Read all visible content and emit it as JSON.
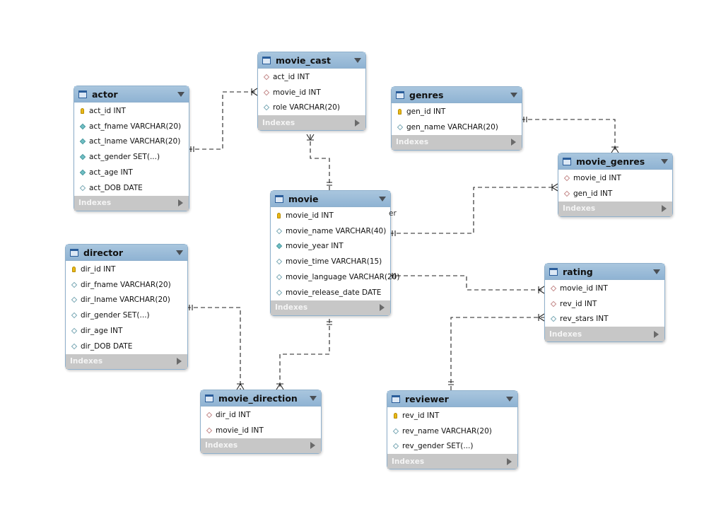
{
  "entities": {
    "actor": {
      "name": "actor",
      "columns": [
        {
          "text": "act_id INT",
          "icon": "primary-key-icon"
        },
        {
          "text": "act_fname VARCHAR(20)",
          "icon": "not-null-column-icon"
        },
        {
          "text": "act_lname VARCHAR(20)",
          "icon": "not-null-column-icon"
        },
        {
          "text": "act_gender SET(...)",
          "icon": "not-null-column-icon"
        },
        {
          "text": "act_age INT",
          "icon": "not-null-column-icon"
        },
        {
          "text": "act_DOB DATE",
          "icon": "column-icon"
        }
      ],
      "indexes_label": "Indexes"
    },
    "movie_cast": {
      "name": "movie_cast",
      "columns": [
        {
          "text": "act_id INT",
          "icon": "foreign-key-icon"
        },
        {
          "text": "movie_id INT",
          "icon": "foreign-key-icon"
        },
        {
          "text": "role VARCHAR(20)",
          "icon": "column-icon"
        }
      ],
      "indexes_label": "Indexes"
    },
    "genres": {
      "name": "genres",
      "columns": [
        {
          "text": "gen_id INT",
          "icon": "primary-key-icon"
        },
        {
          "text": "gen_name VARCHAR(20)",
          "icon": "column-icon"
        }
      ],
      "indexes_label": "Indexes"
    },
    "movie_genres": {
      "name": "movie_genres",
      "columns": [
        {
          "text": "movie_id INT",
          "icon": "foreign-key-icon"
        },
        {
          "text": "gen_id INT",
          "icon": "foreign-key-icon"
        }
      ],
      "indexes_label": "Indexes"
    },
    "movie": {
      "name": "movie",
      "columns": [
        {
          "text": "movie_id INT",
          "icon": "primary-key-icon"
        },
        {
          "text": "movie_name VARCHAR(40)",
          "icon": "column-icon"
        },
        {
          "text": "movie_year INT",
          "icon": "not-null-column-icon"
        },
        {
          "text": "movie_time VARCHAR(15)",
          "icon": "column-icon"
        },
        {
          "text": "movie_language VARCHAR(20)",
          "icon": "column-icon"
        },
        {
          "text": "movie_release_date DATE",
          "icon": "column-icon"
        }
      ],
      "indexes_label": "Indexes"
    },
    "director": {
      "name": "director",
      "columns": [
        {
          "text": "dir_id INT",
          "icon": "primary-key-icon"
        },
        {
          "text": "dir_fname VARCHAR(20)",
          "icon": "column-icon"
        },
        {
          "text": "dir_lname VARCHAR(20)",
          "icon": "column-icon"
        },
        {
          "text": "dir_gender SET(...)",
          "icon": "column-icon"
        },
        {
          "text": "dir_age INT",
          "icon": "column-icon"
        },
        {
          "text": "dir_DOB DATE",
          "icon": "column-icon"
        }
      ],
      "indexes_label": "Indexes"
    },
    "rating": {
      "name": "rating",
      "columns": [
        {
          "text": "movie_id INT",
          "icon": "foreign-key-icon"
        },
        {
          "text": "rev_id INT",
          "icon": "foreign-key-icon"
        },
        {
          "text": "rev_stars INT",
          "icon": "column-icon"
        }
      ],
      "indexes_label": "Indexes"
    },
    "movie_direction": {
      "name": "movie_direction",
      "columns": [
        {
          "text": "dir_id INT",
          "icon": "foreign-key-icon"
        },
        {
          "text": "movie_id INT",
          "icon": "foreign-key-icon"
        }
      ],
      "indexes_label": "Indexes"
    },
    "reviewer": {
      "name": "reviewer",
      "columns": [
        {
          "text": "rev_id INT",
          "icon": "primary-key-icon"
        },
        {
          "text": "rev_name VARCHAR(20)",
          "icon": "column-icon"
        },
        {
          "text": "rev_gender SET(...)",
          "icon": "column-icon"
        }
      ],
      "indexes_label": "Indexes"
    }
  },
  "stray_text": "er",
  "relationships": [
    {
      "from": "actor",
      "to": "movie_cast",
      "from_end": "one-mandatory",
      "to_end": "many"
    },
    {
      "from": "movie",
      "to": "movie_cast",
      "from_end": "one-mandatory",
      "to_end": "many"
    },
    {
      "from": "genres",
      "to": "movie_genres",
      "from_end": "one-mandatory",
      "to_end": "many"
    },
    {
      "from": "movie",
      "to": "movie_genres",
      "from_end": "one-mandatory",
      "to_end": "many"
    },
    {
      "from": "movie",
      "to": "rating",
      "from_end": "one-mandatory",
      "to_end": "many"
    },
    {
      "from": "reviewer",
      "to": "rating",
      "from_end": "one-mandatory",
      "to_end": "many"
    },
    {
      "from": "director",
      "to": "movie_direction",
      "from_end": "one-mandatory",
      "to_end": "many"
    },
    {
      "from": "movie",
      "to": "movie_direction",
      "from_end": "one-mandatory",
      "to_end": "many"
    }
  ],
  "colors": {
    "header": "#9dbcd9",
    "border": "#8fb0cc",
    "indexes_bar": "#c7c7c7",
    "link": "#222222"
  }
}
